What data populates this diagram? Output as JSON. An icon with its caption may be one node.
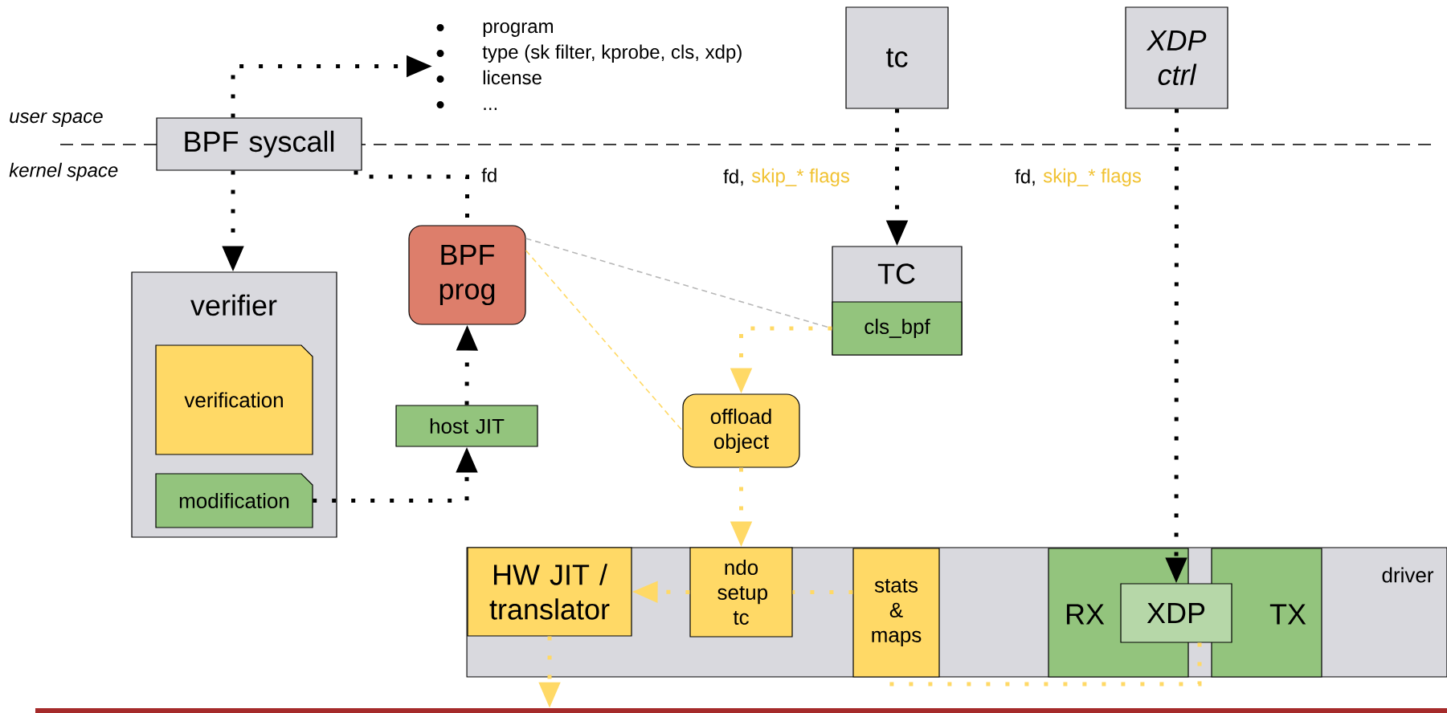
{
  "diagram": {
    "nodes": [
      {
        "text": [
          "program",
          "type (sk filter, kprobe, cls, xdp)",
          "license",
          "..."
        ]
      },
      {
        "text": [
          "tc"
        ]
      },
      {
        "text": [
          "XDP ctrl"
        ]
      },
      {
        "text": [
          "BPF syscall"
        ]
      },
      {
        "text": [
          "verifier"
        ]
      },
      {
        "text": [
          "verification"
        ],
        "in": 4
      },
      {
        "text": [
          "modification"
        ],
        "in": 4
      },
      {
        "text": [
          "BPF prog"
        ]
      },
      {
        "text": [
          "TC"
        ]
      },
      {
        "text": [
          "cls_bpf"
        ],
        "in": 8
      },
      {
        "text": [
          "host JIT"
        ]
      },
      {
        "text": [
          "offload object"
        ]
      },
      {
        "text": [
          "driver"
        ]
      },
      {
        "text": [
          "HW JIT / translator"
        ],
        "in": 12
      },
      {
        "text": [
          "ndo setup tc"
        ],
        "in": 12
      },
      {
        "text": [
          "stats & maps"
        ],
        "in": 12
      },
      {
        "text": [
          "RX"
        ],
        "in": 12
      },
      {
        "text": [
          "TX"
        ],
        "in": 12
      },
      {
        "text": [
          "XDP"
        ],
        "in": 12
      },
      {
        "text": [],
        "shape": "bar"
      }
    ],
    "edges": [
      {
        "from": 3,
        "to": 0,
        "arrow": "to",
        "color": "#000000"
      },
      {
        "from": 3,
        "to": 7,
        "arrow": "none",
        "label": "fd",
        "color": "#000000"
      },
      {
        "from": 3,
        "to": 4,
        "arrow": "to",
        "color": "#000000"
      },
      {
        "from": 6,
        "to": 10,
        "arrow": "to",
        "color": "#000000"
      },
      {
        "from": 10,
        "to": 7,
        "arrow": "to",
        "color": "#000000"
      },
      {
        "from": 1,
        "to": 8,
        "arrow": "to",
        "label": "skip_* flags",
        "color": "#000000"
      },
      {
        "from": 2,
        "to": 18,
        "arrow": "to",
        "label": "skip_* flags",
        "color": "#000000"
      },
      {
        "from": 7,
        "to": 9,
        "arrow": "none",
        "style": "dashed",
        "color": "#b7b7b7"
      },
      {
        "from": 7,
        "to": 11,
        "arrow": "none",
        "style": "dashed",
        "color": "#ffd966"
      },
      {
        "from": 9,
        "to": 11,
        "arrow": "to",
        "color": "#ffd966"
      },
      {
        "from": 11,
        "to": 14,
        "arrow": "to",
        "color": "#ffd966"
      },
      {
        "from": 14,
        "to": 13,
        "arrow": "to",
        "color": "#ffd966"
      },
      {
        "from": 15,
        "to": 14,
        "arrow": "none",
        "color": "#ffd966"
      },
      {
        "from": 18,
        "to": 15,
        "arrow": "none",
        "color": "#ffd966"
      },
      {
        "from": 13,
        "to": 19,
        "arrow": "to",
        "color": "#ffd966"
      }
    ],
    "labels": [
      "user space",
      "kernel space",
      "fd,",
      "fd,"
    ]
  }
}
